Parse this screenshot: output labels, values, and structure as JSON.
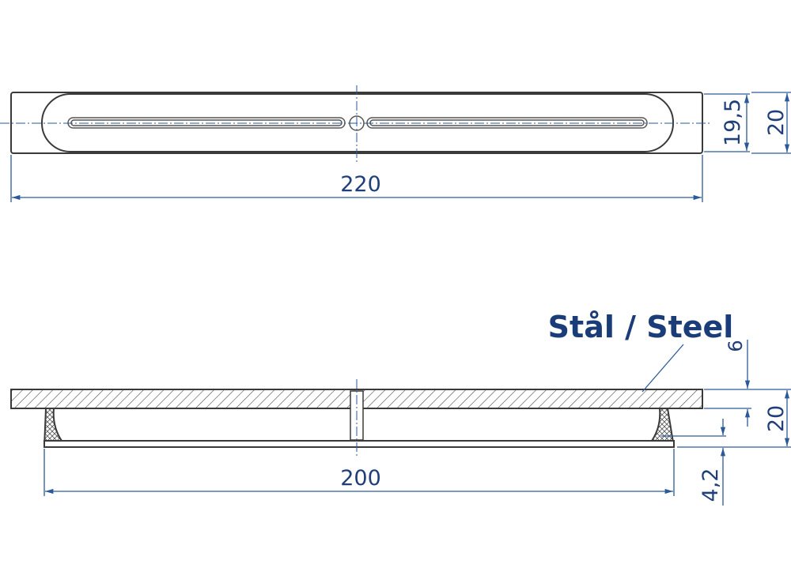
{
  "drawing": {
    "top_view": {
      "overall_length": "220",
      "overall_width": "20",
      "inner_width": "19,5"
    },
    "side_view": {
      "material_label": "Stål / Steel",
      "plate_thickness": "6",
      "total_height": "20",
      "base_length": "200",
      "chamfer_height": "4,2"
    },
    "colors": {
      "dimension": "#2a5a9a",
      "text": "#1f3f7a",
      "outline": "#3a3a3a"
    }
  }
}
